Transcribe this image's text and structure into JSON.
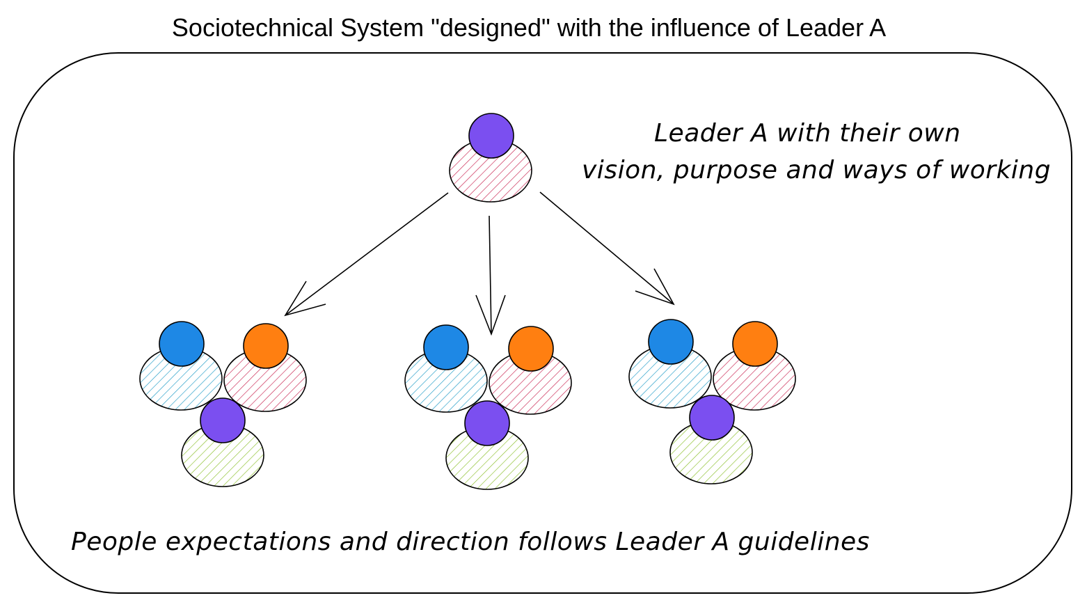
{
  "title": "Sociotechnical System \"designed\" with the influence of Leader A",
  "leader_note": {
    "line1": "Leader A with their own",
    "line2": "vision, purpose and ways of working"
  },
  "footer_note": "People expectations and direction follows Leader A guidelines",
  "colors": {
    "purple_head": "#7b4ff0",
    "blue_head": "#1e88e5",
    "orange_head": "#ff7f11",
    "pink_hatch": "#c9224f",
    "blue_hatch": "#1f9cc7",
    "green_hatch": "#8bbf2a",
    "outline": "#000000"
  },
  "icons": {
    "leader": "person-icon",
    "team_member": "person-icon"
  }
}
